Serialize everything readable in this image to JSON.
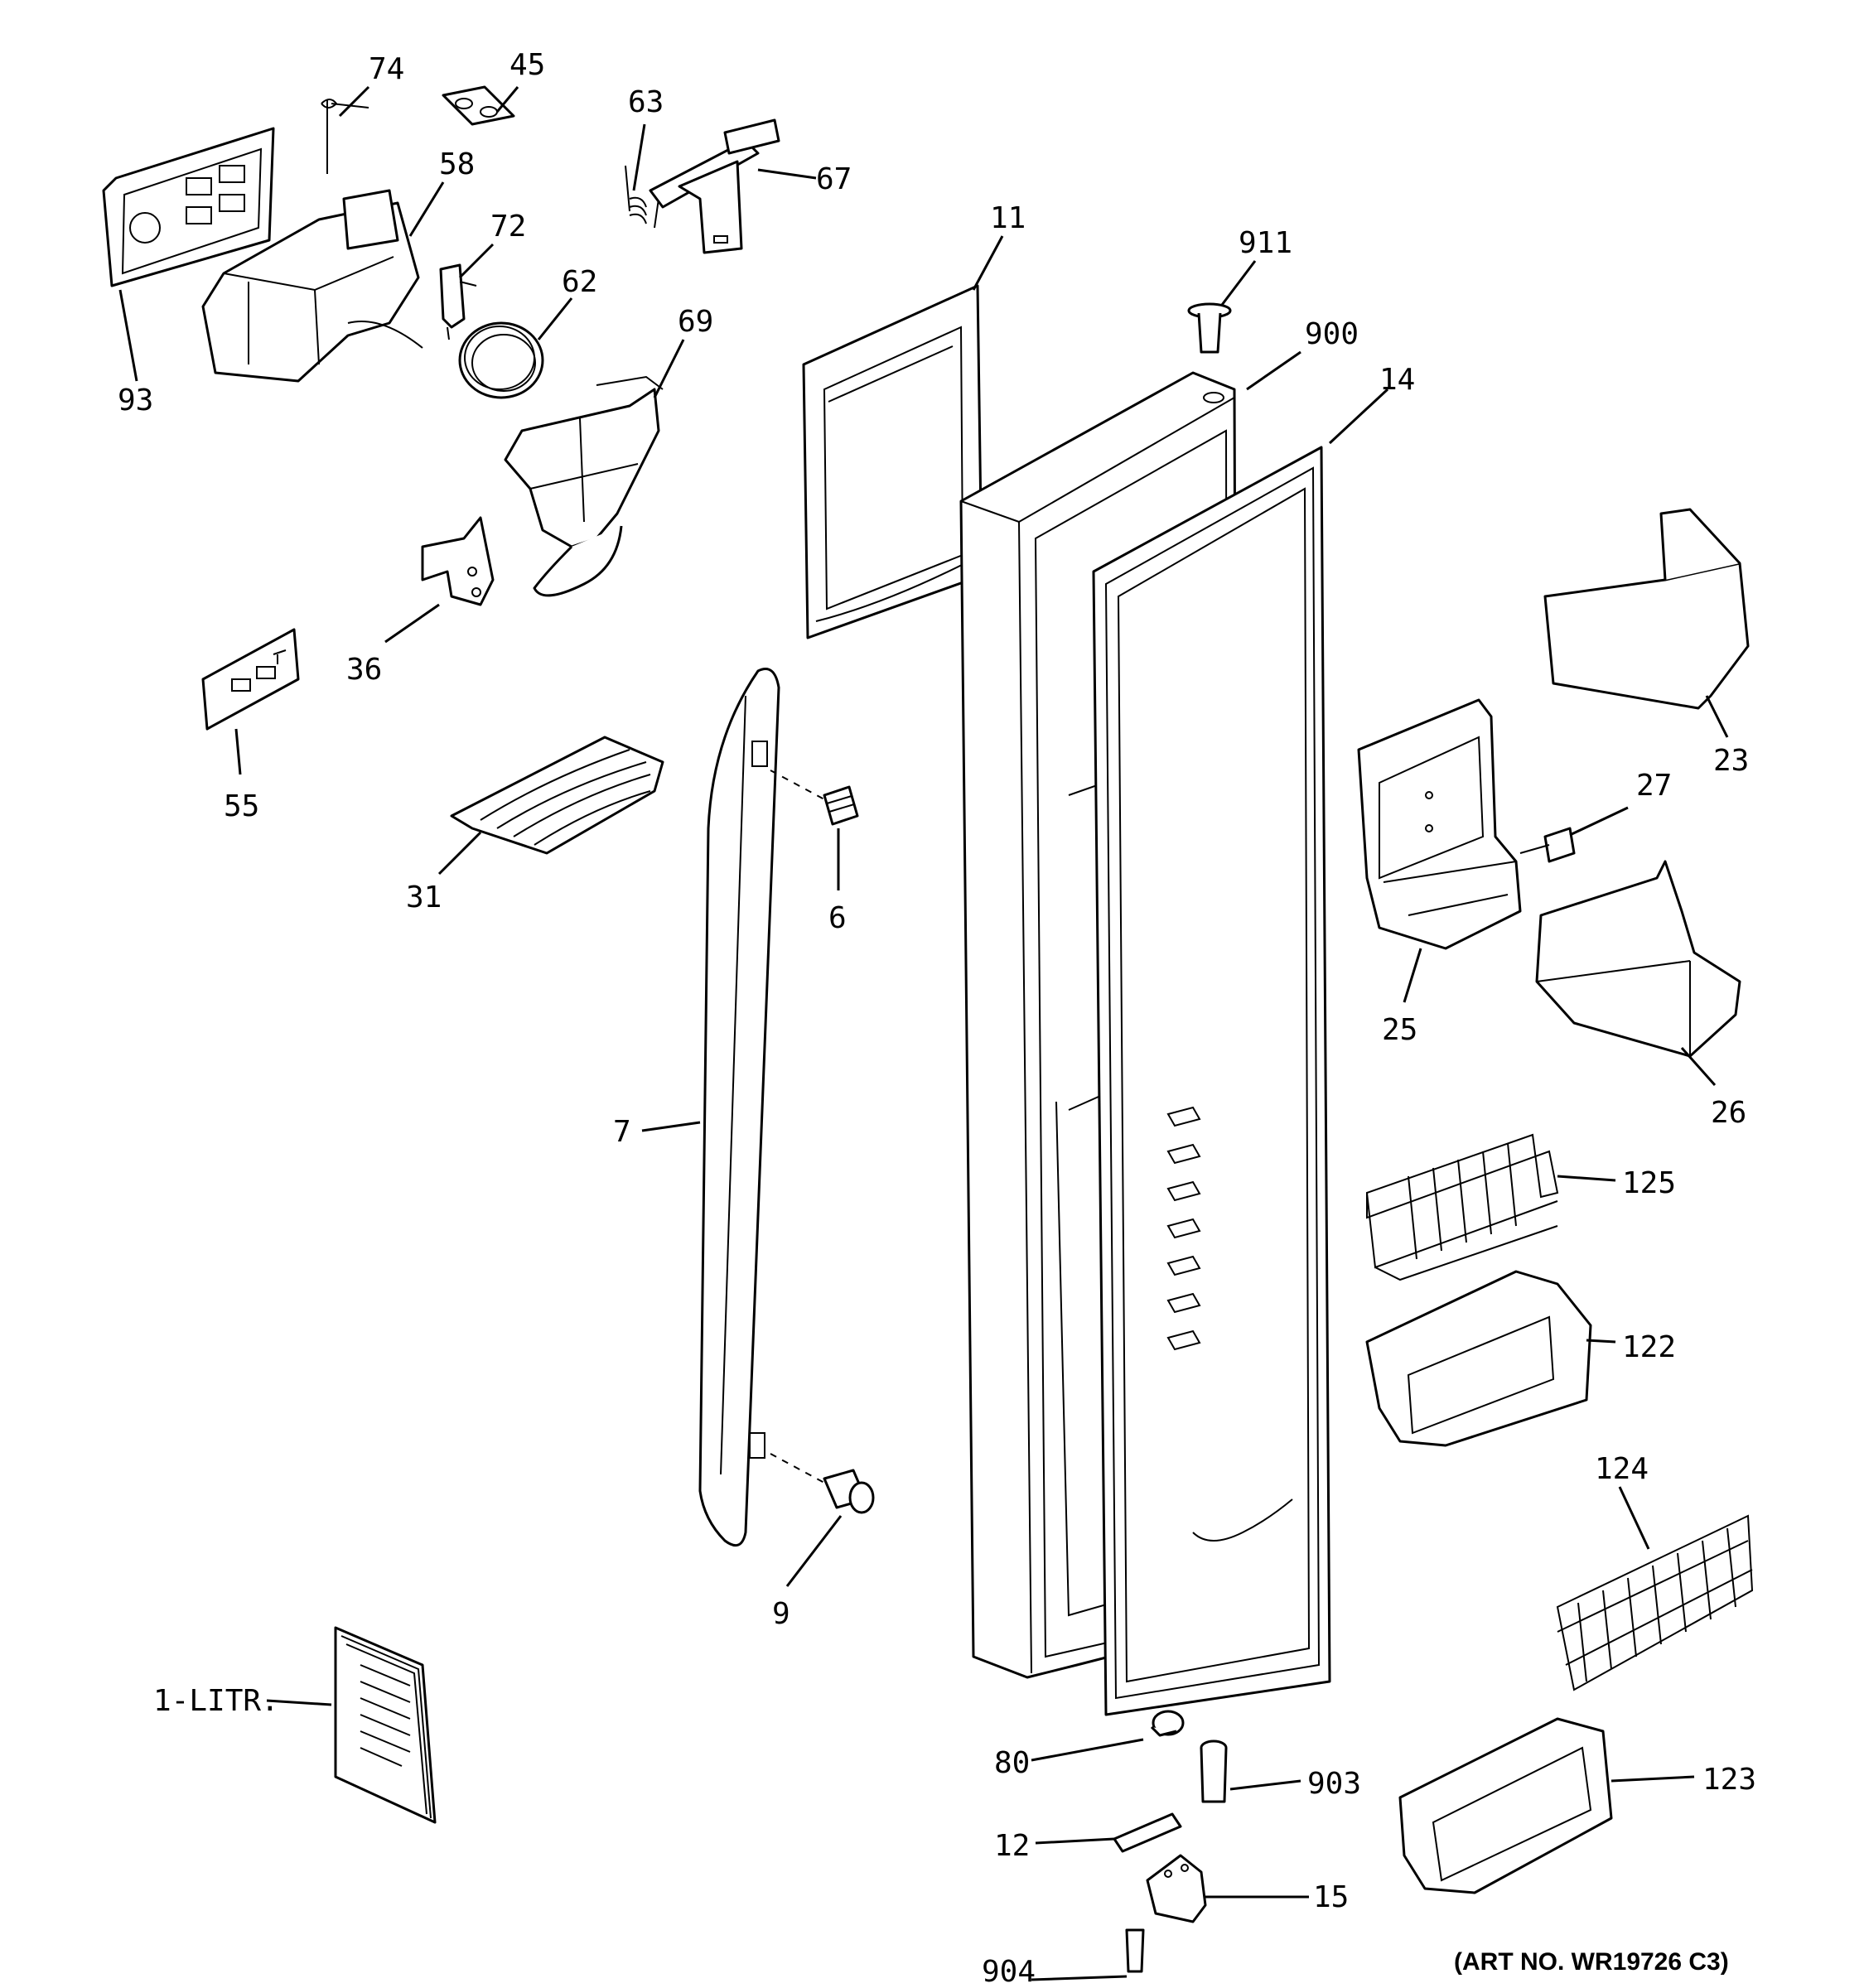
{
  "callouts": [
    {
      "id": "74",
      "text": "74"
    },
    {
      "id": "45",
      "text": "45"
    },
    {
      "id": "63",
      "text": "63"
    },
    {
      "id": "67",
      "text": "67"
    },
    {
      "id": "58",
      "text": "58"
    },
    {
      "id": "72",
      "text": "72"
    },
    {
      "id": "62",
      "text": "62"
    },
    {
      "id": "69",
      "text": "69"
    },
    {
      "id": "93",
      "text": "93"
    },
    {
      "id": "11",
      "text": "11"
    },
    {
      "id": "911",
      "text": "911"
    },
    {
      "id": "900",
      "text": "900"
    },
    {
      "id": "14",
      "text": "14"
    },
    {
      "id": "36",
      "text": "36"
    },
    {
      "id": "55",
      "text": "55"
    },
    {
      "id": "31",
      "text": "31"
    },
    {
      "id": "6",
      "text": "6"
    },
    {
      "id": "23",
      "text": "23"
    },
    {
      "id": "27",
      "text": "27"
    },
    {
      "id": "25",
      "text": "25"
    },
    {
      "id": "26",
      "text": "26"
    },
    {
      "id": "7",
      "text": "7"
    },
    {
      "id": "125",
      "text": "125"
    },
    {
      "id": "122",
      "text": "122"
    },
    {
      "id": "124",
      "text": "124"
    },
    {
      "id": "9",
      "text": "9"
    },
    {
      "id": "1-LITR.",
      "text": "1-LITR."
    },
    {
      "id": "80",
      "text": "80"
    },
    {
      "id": "903",
      "text": "903"
    },
    {
      "id": "123",
      "text": "123"
    },
    {
      "id": "12",
      "text": "12"
    },
    {
      "id": "15",
      "text": "15"
    },
    {
      "id": "904",
      "text": "904"
    }
  ],
  "art_number": "(ART NO. WR19726 C3)"
}
